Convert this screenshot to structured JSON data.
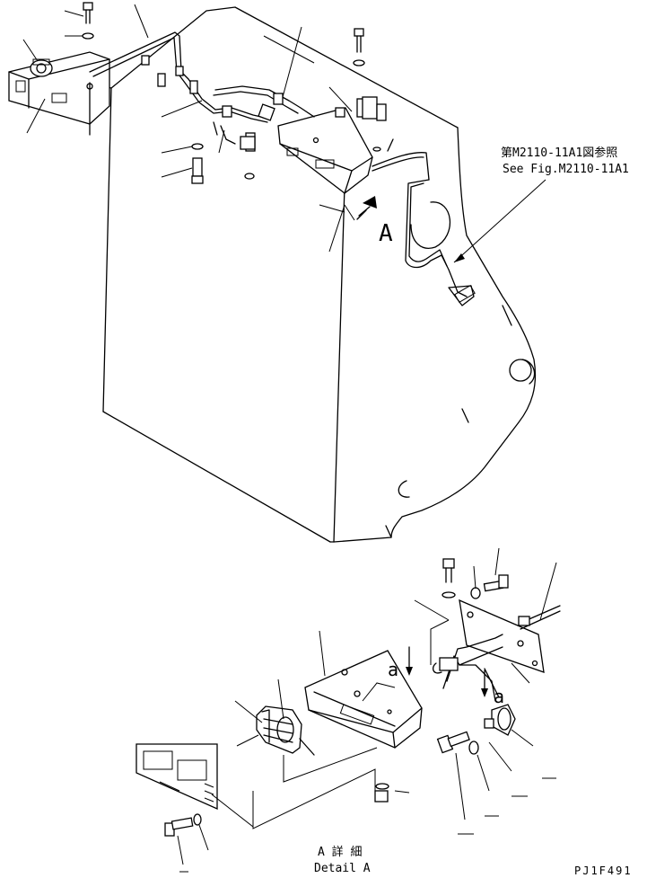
{
  "labels": {
    "reference_jp": "第M2110-11A1図参照",
    "reference_en": "See Fig.M2110-11A1",
    "view_letter": "A",
    "detail_jp": "A 詳 細",
    "detail_en": "Detail A",
    "arrow_a1": "a",
    "arrow_a2": "a",
    "drawing_code": "PJ1F491"
  }
}
